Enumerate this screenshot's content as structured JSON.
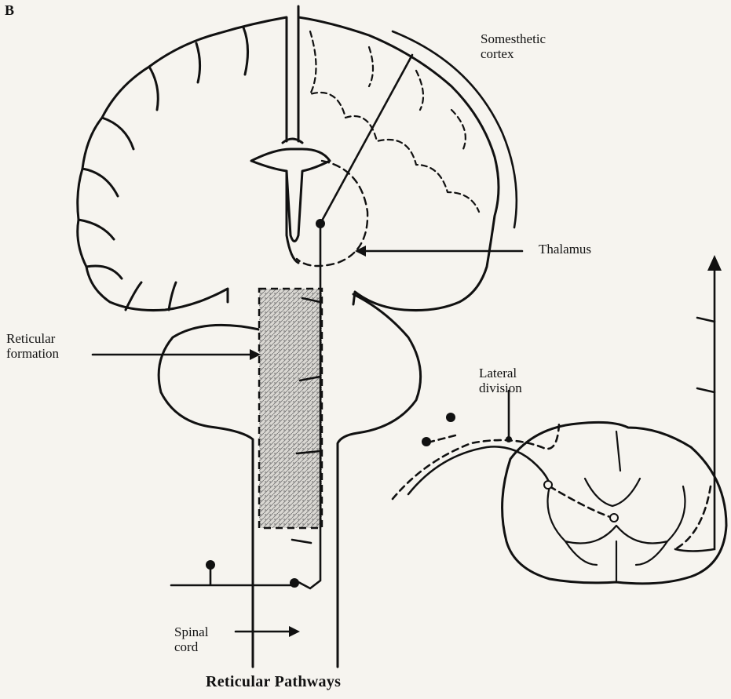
{
  "panel_letter": "B",
  "title": "Reticular Pathways",
  "labels": {
    "somesthetic_cortex": [
      "Somesthetic",
      "cortex"
    ],
    "thalamus": "Thalamus",
    "reticular_formation": [
      "Reticular",
      "formation"
    ],
    "lateral_division": [
      "Lateral",
      "division"
    ],
    "spinal_cord": [
      "Spinal",
      "cord"
    ]
  }
}
